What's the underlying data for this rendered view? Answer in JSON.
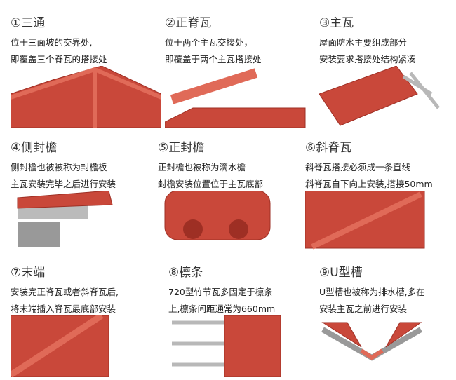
{
  "items": [
    {
      "title": "①三通",
      "lines": [
        " 位于三面坡的交界处,",
        "即覆盖三个脊瓦的搭接处"
      ]
    },
    {
      "title": "②正脊瓦",
      "lines": [
        "位于两个主瓦交接处，",
        "即覆盖于两个主瓦搭接处"
      ]
    },
    {
      "title": "③主瓦",
      "lines": [
        "屋面防水主要组成部分",
        "安装要求搭接处结构紧凑"
      ]
    },
    {
      "title": "④侧封檐",
      "lines": [
        "侧封檐也被被称为封檐板",
        "主瓦安装完毕之后进行安装"
      ]
    },
    {
      "title": "⑤正封檐",
      "lines": [
        "正封檐也被称为滴水檐",
        "封檐安装位置位于主瓦底部"
      ]
    },
    {
      "title": "⑥斜脊瓦",
      "lines": [
        " 斜脊瓦搭接必须成一条直线",
        "斜脊瓦自下向上安装,搭接50mm"
      ]
    },
    {
      "title": "⑦末端",
      "lines": [
        "安装完正脊瓦或者斜脊瓦后,",
        "将末端插入脊瓦最底部安装"
      ]
    },
    {
      "title": "⑧檩条",
      "lines": [
        "720型竹节瓦多固定于檩条",
        "上,檩条间距通常为660mm"
      ]
    },
    {
      "title": "⑨U型槽",
      "lines": [
        "U型槽也被称为排水槽,多在",
        "安装主瓦之前进行安装"
      ]
    }
  ],
  "colors": {
    "tile": "#c9483a",
    "tile_light": "#e06a58",
    "tile_dark": "#9e2f24",
    "metal": "#b8b8b8"
  }
}
